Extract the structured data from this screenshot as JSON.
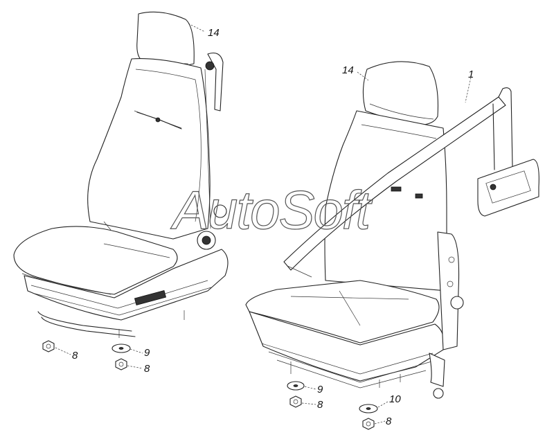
{
  "watermark": "AutoSoft",
  "callouts": [
    {
      "id": "c14a",
      "label": "14"
    },
    {
      "id": "c14b",
      "label": "14"
    },
    {
      "id": "c1",
      "label": "1"
    },
    {
      "id": "c8a",
      "label": "8"
    },
    {
      "id": "c9a",
      "label": "9"
    },
    {
      "id": "c8b",
      "label": "8"
    },
    {
      "id": "c9b",
      "label": "9"
    },
    {
      "id": "c8c",
      "label": "8"
    },
    {
      "id": "c10",
      "label": "10"
    },
    {
      "id": "c8d",
      "label": "8"
    }
  ]
}
